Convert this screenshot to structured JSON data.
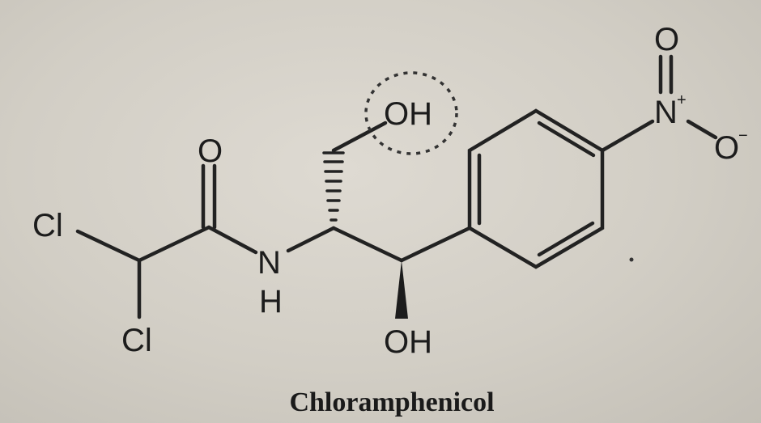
{
  "molecule": {
    "name": "Chloramphenicol",
    "atoms": {
      "cl_top": "Cl",
      "cl_bottom": "Cl",
      "carbonyl_o": "O",
      "amide_n": "N",
      "amide_h": "H",
      "oh_primary": "OH",
      "oh_secondary": "OH",
      "nitro_n": "N",
      "nitro_n_charge": "+",
      "nitro_o_top": "O",
      "nitro_o_right": "O",
      "nitro_o_charge": "−"
    },
    "highlight": "dashed-circle-around-primary-OH"
  },
  "colors": {
    "ink": "#222222",
    "background": "#d4d0c7"
  }
}
